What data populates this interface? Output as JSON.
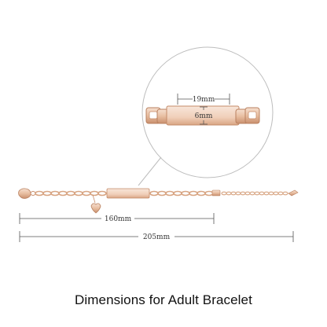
{
  "dimensions": {
    "plate_width": "19mm",
    "plate_height": "6mm",
    "chain_length": "160mm",
    "total_length": "205mm"
  },
  "caption": "Dimensions for Adult Bracelet",
  "colors": {
    "gold_light": "#f3d6c2",
    "gold_mid": "#e3b494",
    "gold_dark": "#b9805f",
    "line": "#555555",
    "circle": "#bdbdbd"
  }
}
